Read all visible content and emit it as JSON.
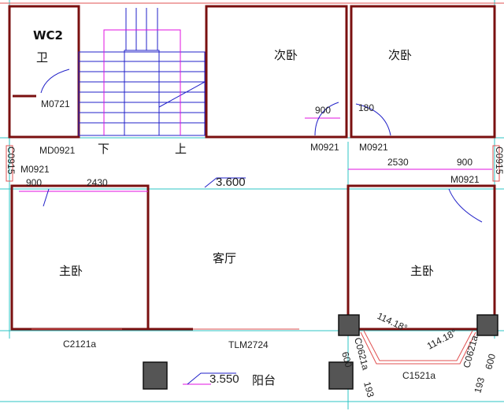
{
  "rooms": {
    "wc_code": "WC2",
    "wc": "卫",
    "living": "客厅",
    "master_left": "主卧",
    "master_right": "主卧",
    "second_left": "次卧",
    "second_right": "次卧",
    "balcony": "阳台",
    "stair_down": "下",
    "stair_up": "上"
  },
  "doors": {
    "wc_door": "M0721",
    "wc_outer_door": "MD0921",
    "master_left_door": "M0921",
    "second_left_door": "M0921",
    "second_right_door": "M0921",
    "master_right_door": "M0921"
  },
  "windows": {
    "left_side": "C0915",
    "right_side": "C0915",
    "master_left": "C2121a",
    "living_sliding": "TLM2724",
    "bay_front": "C1521a",
    "bay_left": "C0621a",
    "bay_right": "C0621a"
  },
  "dimensions": {
    "ml_900": "900",
    "ml_2430": "2430",
    "sl_900": "900",
    "sr_180": "180",
    "mr_2530": "2530",
    "mr_900": "900",
    "bay_angle_left": "114.18°",
    "bay_angle_right": "114.18°",
    "bay_left_600": "600",
    "bay_right_600": "600",
    "bay_left_193": "193",
    "bay_right_193": "193"
  },
  "elevations": {
    "living": "3.600",
    "balcony": "3.550"
  },
  "colors": {
    "wall": "#7a1010",
    "axis": "#2ec4c4",
    "stair": "#2020c8",
    "dimension": "#e010e0"
  }
}
